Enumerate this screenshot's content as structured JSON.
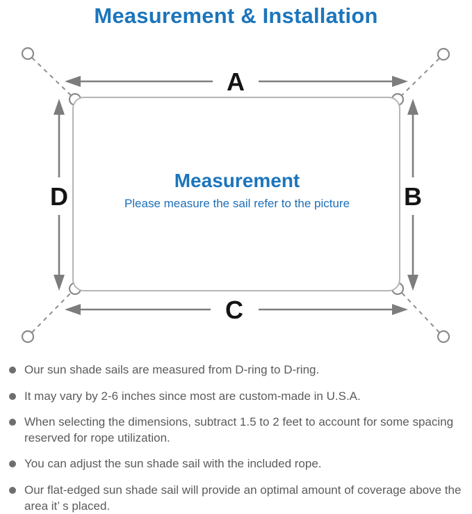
{
  "title": "Measurement & Installation",
  "colors": {
    "accent_blue": "#1b75bc",
    "subtitle_blue": "#1d6fb7",
    "arrow_gray": "#7d7d7d",
    "sail_border_gray": "#b5b5b5",
    "note_text_gray": "#5b5b5b"
  },
  "diagram": {
    "labels": {
      "top": "A",
      "right": "B",
      "bottom": "C",
      "left": "D"
    },
    "center_title": "Measurement",
    "center_subtitle": "Please measure the sail refer to the picture",
    "icons": [
      "anchor-ring-icon",
      "rope-dashed-line",
      "d-ring-icon",
      "dimension-arrow"
    ]
  },
  "notes": [
    "Our sun shade sails are measured from D-ring to D-ring.",
    "It may vary by 2-6 inches since most are custom-made in U.S.A.",
    "When selecting the dimensions, subtract 1.5 to 2 feet to account for some spacing reserved for rope utilization.",
    "You can adjust the sun shade sail with the included rope.",
    "Our flat-edged sun shade sail will provide an optimal amount of coverage above the area it’ s placed."
  ]
}
